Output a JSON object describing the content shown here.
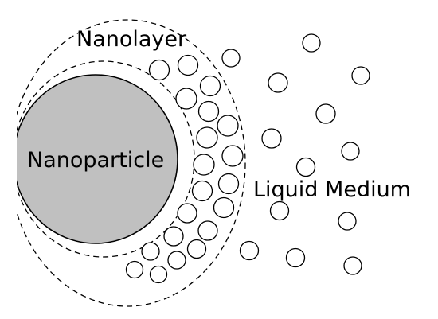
{
  "labels": {
    "nanolayer": "Nanolayer",
    "nanoparticle": "Nanoparticle",
    "liquid_medium": "Liquid Medium"
  },
  "colors": {
    "nanoparticle_fill": "#c0c0c0",
    "outline": "#000000",
    "background": "#ffffff"
  }
}
